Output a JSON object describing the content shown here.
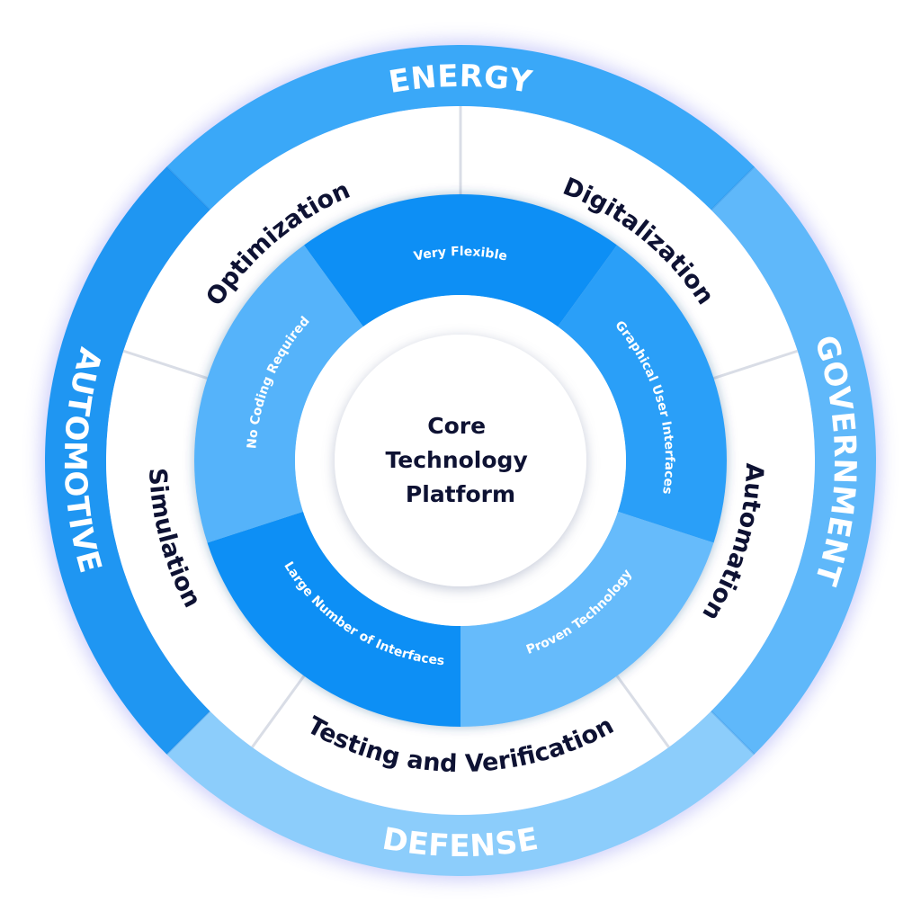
{
  "center": {
    "title_lines": [
      "Core",
      "Technology",
      "Platform"
    ]
  },
  "outer_ring": [
    {
      "label": "ENERGY",
      "color": "#3aa8f8"
    },
    {
      "label": "GOVERNMENT",
      "color": "#5fb8fa"
    },
    {
      "label": "DEFENSE",
      "color": "#8ccdfb"
    },
    {
      "label": "AUTOMOTIVE",
      "color": "#1f96f2"
    }
  ],
  "middle_ring": [
    {
      "label": "Optimization"
    },
    {
      "label": "Digitalization"
    },
    {
      "label": "Automation"
    },
    {
      "label": "Testing and Verification"
    },
    {
      "label": "Simulation"
    }
  ],
  "inner_ring": [
    {
      "label": "Very Flexible",
      "color": "#0a8ff5"
    },
    {
      "label": "Graphical User Interfaces",
      "color": "#2c9ff8"
    },
    {
      "label": "Proven Technology",
      "color": "#66bbfb"
    },
    {
      "label": "Large Number of Interfaces",
      "color": "#0a8ff5"
    },
    {
      "label": "No Coding Required",
      "color": "#55b3fa"
    }
  ],
  "colors": {
    "middle_fill": "#ffffff",
    "divider": "#d9dde6",
    "text_dark": "#0e1233",
    "text_light": "#ffffff"
  }
}
